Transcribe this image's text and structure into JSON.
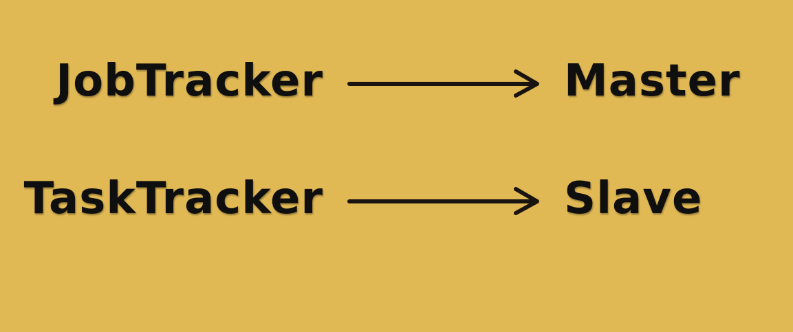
{
  "background_color": "#E1B954",
  "text_color": "#0f0f0f",
  "mappings": [
    {
      "from": "JobTracker",
      "to": "Master",
      "connector_icon": "right-arrow-icon"
    },
    {
      "from": "TaskTracker",
      "to": "Slave",
      "connector_icon": "right-arrow-icon"
    }
  ]
}
